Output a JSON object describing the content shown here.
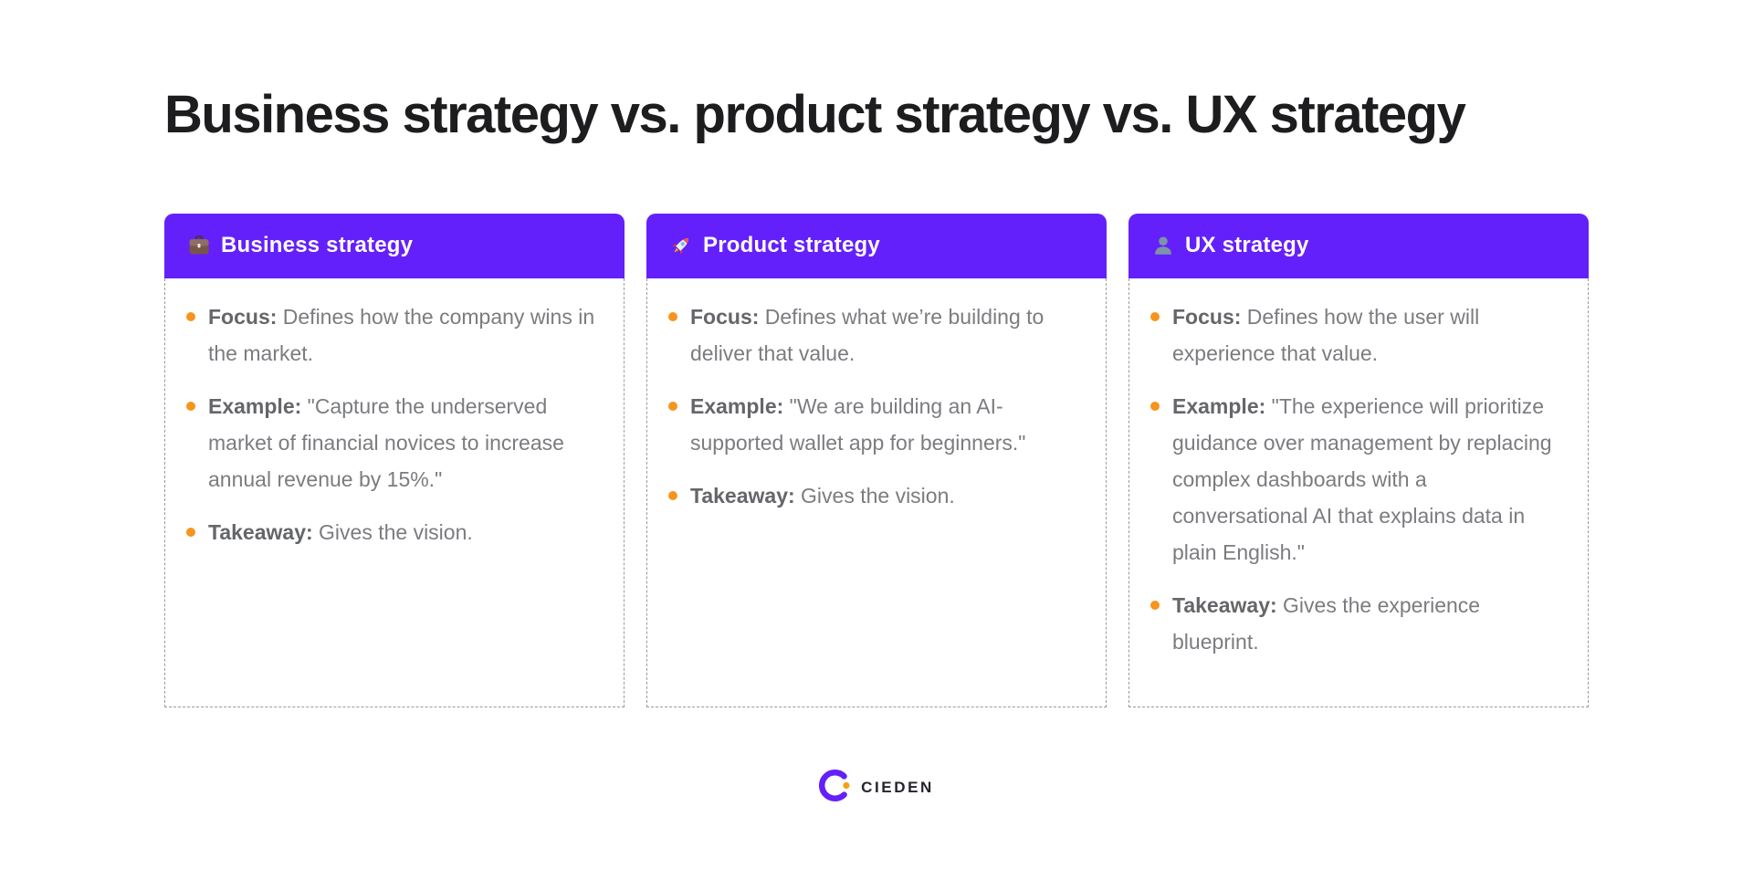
{
  "title": "Business strategy vs. product strategy vs. UX strategy",
  "colors": {
    "accent_purple": "#6420FA",
    "accent_orange": "#F7941D",
    "header_text": "#FFFFFF",
    "title_text": "#1D1D1F",
    "body_text": "#7B7C80",
    "label_text": "#65666A",
    "dashed_border": "#9A9A9A",
    "logo_text": "#24242C"
  },
  "cards": [
    {
      "icon": "briefcase-icon",
      "title": "Business strategy",
      "items": [
        {
          "label": "Focus:",
          "text": "Defines how the company wins in the market."
        },
        {
          "label": "Example:",
          "text": "\"Capture the underserved market of financial novices to increase annual revenue by 15%.\""
        },
        {
          "label": "Takeaway:",
          "text": "Gives the vision."
        }
      ]
    },
    {
      "icon": "rocket-icon",
      "title": "Product strategy",
      "items": [
        {
          "label": "Focus:",
          "text": "Defines what we’re building to deliver that value."
        },
        {
          "label": "Example:",
          "text": "\"We are building an AI-supported wallet app for beginners.\""
        },
        {
          "label": "Takeaway:",
          "text": "Gives the vision."
        }
      ]
    },
    {
      "icon": "user-silhouette-icon",
      "title": "UX strategy",
      "items": [
        {
          "label": "Focus:",
          "text": "Defines how the user will experience that value."
        },
        {
          "label": "Example:",
          "text": "\"The experience will prioritize guidance over management by replacing complex dashboards with a conversational AI that explains data in plain English.\""
        },
        {
          "label": "Takeaway:",
          "text": "Gives the experience blueprint."
        }
      ]
    }
  ],
  "footer": {
    "logo_text": "CIEDEN"
  }
}
